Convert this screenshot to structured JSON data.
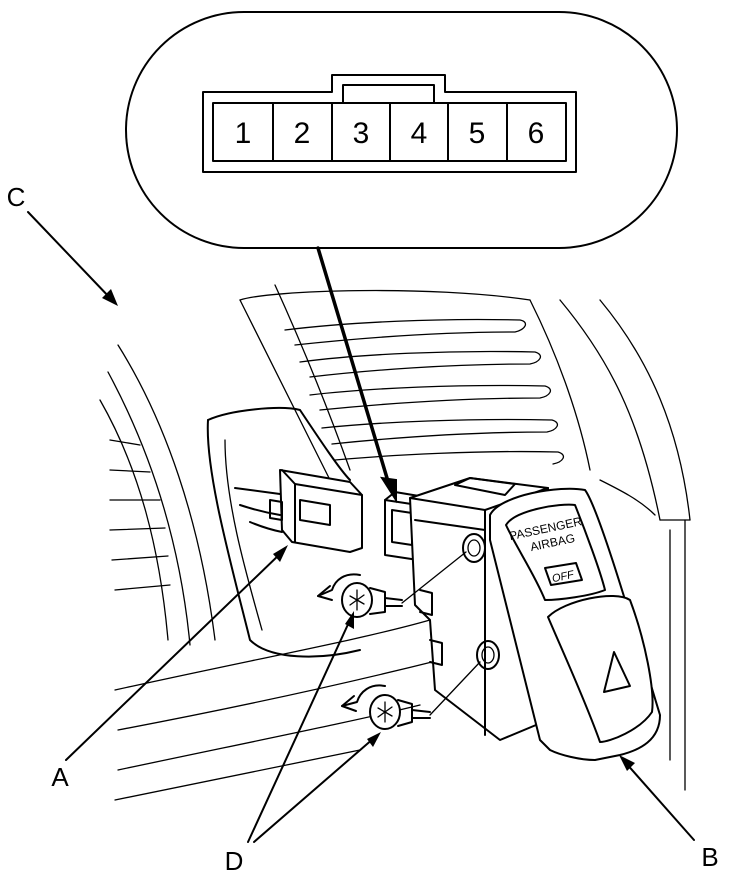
{
  "connector": {
    "pins": [
      "1",
      "2",
      "3",
      "4",
      "5",
      "6"
    ]
  },
  "callouts": {
    "a": "A",
    "b": "B",
    "c": "C",
    "d": "D"
  },
  "switch": {
    "label_line1": "PASSENGER",
    "label_line2": "AIRBAG",
    "indicator": "OFF"
  }
}
